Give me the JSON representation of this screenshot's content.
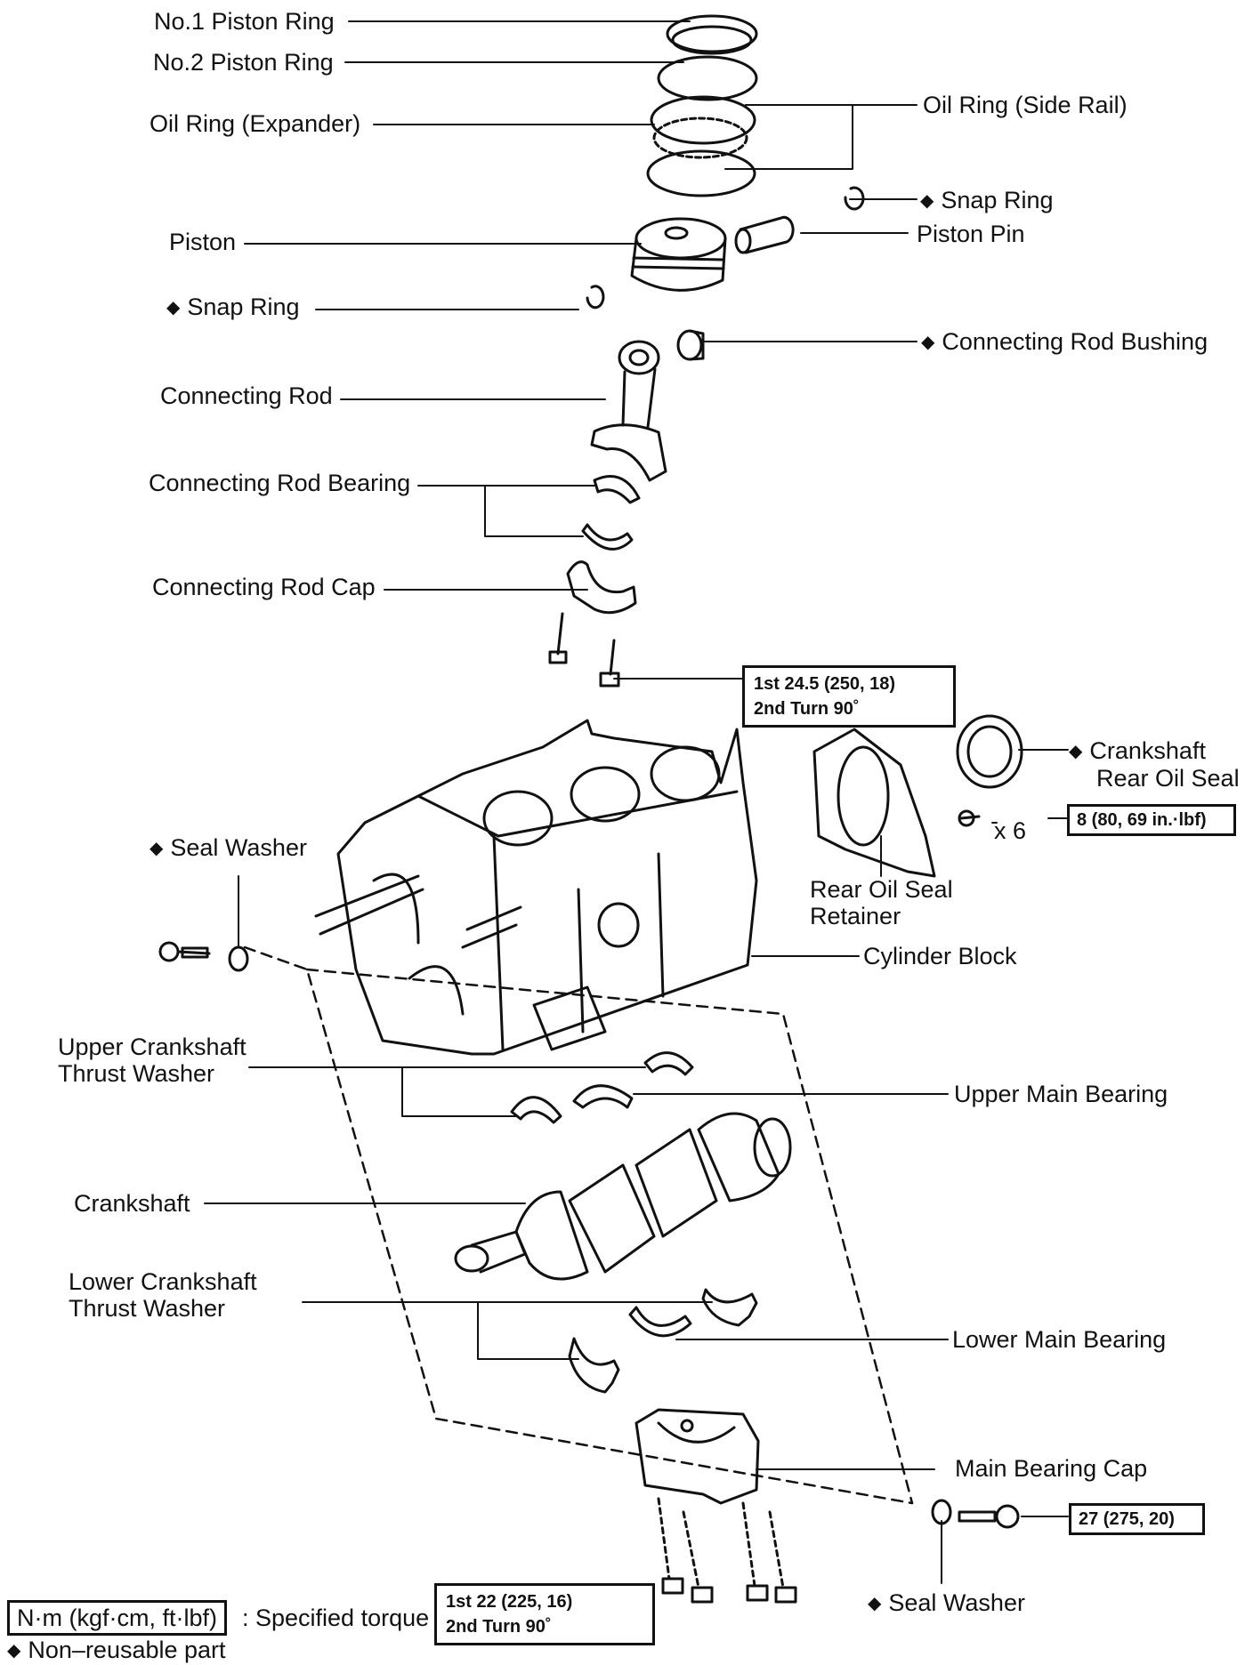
{
  "labels": {
    "no1_piston_ring": "No.1 Piston Ring",
    "no2_piston_ring": "No.2 Piston Ring",
    "oil_ring_expander": "Oil Ring (Expander)",
    "oil_ring_side_rail": "Oil Ring (Side Rail)",
    "snap_ring_right": "Snap Ring",
    "piston": "Piston",
    "piston_pin": "Piston Pin",
    "snap_ring_left": "Snap Ring",
    "connecting_rod_bushing": "Connecting Rod Bushing",
    "connecting_rod": "Connecting Rod",
    "connecting_rod_bearing": "Connecting Rod Bearing",
    "connecting_rod_cap": "Connecting Rod Cap",
    "crankshaft_rear_oil_seal_1": "Crankshaft",
    "crankshaft_rear_oil_seal_2": "Rear Oil Seal",
    "seal_washer_top": "Seal Washer",
    "rear_oil_seal_retainer_1": "Rear Oil Seal",
    "rear_oil_seal_retainer_2": "Retainer",
    "cylinder_block": "Cylinder Block",
    "upper_thrust_washer_1": "Upper Crankshaft",
    "upper_thrust_washer_2": "Thrust Washer",
    "upper_main_bearing": "Upper Main Bearing",
    "crankshaft": "Crankshaft",
    "lower_thrust_washer_1": "Lower Crankshaft",
    "lower_thrust_washer_2": "Thrust Washer",
    "lower_main_bearing": "Lower Main Bearing",
    "main_bearing_cap": "Main Bearing Cap",
    "seal_washer_bottom": "Seal Washer",
    "bolt_qty": "x 6"
  },
  "torque": {
    "rod_cap_1st": "1st   24.5 (250, 18)",
    "rod_cap_2nd": "2nd  Turn 90˚",
    "retainer": "8 (80, 69 in.·lbf)",
    "side_bolt": "27 (275, 20)",
    "main_cap_1st": "1st   22 (225, 16)",
    "main_cap_2nd": "2nd  Turn 90˚"
  },
  "legend": {
    "unit_box": "N·m (kgf·cm, ft·lbf)",
    "specified_torque": ": Specified torque",
    "non_reusable": "Non–reusable part"
  },
  "symbols": {
    "non_reusable_mark": "◆"
  }
}
